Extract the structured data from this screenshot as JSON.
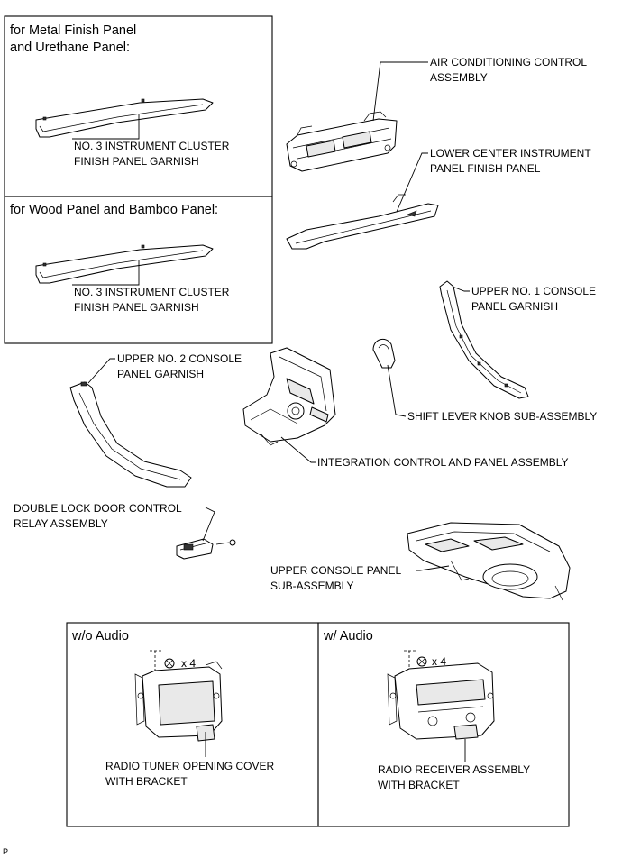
{
  "boxes": {
    "metal_finish": {
      "header_line1": "for Metal Finish Panel",
      "header_line2": "and Urethane Panel:"
    },
    "wood_bamboo": {
      "header": "for Wood Panel and Bamboo Panel:"
    },
    "wo_audio": {
      "header": "w/o Audio"
    },
    "w_audio": {
      "header": "w/ Audio"
    }
  },
  "labels": {
    "no3_garnish_a": {
      "line1": "NO. 3 INSTRUMENT CLUSTER",
      "line2": "FINISH PANEL GARNISH"
    },
    "no3_garnish_b": {
      "line1": "NO. 3 INSTRUMENT CLUSTER",
      "line2": "FINISH PANEL GARNISH"
    },
    "air_conditioning": {
      "line1": "AIR CONDITIONING CONTROL",
      "line2": "ASSEMBLY"
    },
    "lower_center": {
      "line1": "LOWER CENTER INSTRUMENT",
      "line2": "PANEL FINISH PANEL"
    },
    "upper_no1_console": {
      "line1": "UPPER NO. 1 CONSOLE",
      "line2": "PANEL GARNISH"
    },
    "upper_no2_console": {
      "line1": "UPPER NO. 2 CONSOLE",
      "line2": "PANEL GARNISH"
    },
    "shift_lever": {
      "line1": "SHIFT LEVER KNOB SUB-ASSEMBLY"
    },
    "integration_control": {
      "line1": "INTEGRATION CONTROL AND PANEL ASSEMBLY"
    },
    "double_lock": {
      "line1": "DOUBLE LOCK DOOR CONTROL",
      "line2": "RELAY ASSEMBLY"
    },
    "upper_console_panel": {
      "line1": "UPPER CONSOLE PANEL",
      "line2": "SUB-ASSEMBLY"
    },
    "radio_tuner_cover": {
      "line1": "RADIO TUNER OPENING COVER",
      "line2": "WITH BRACKET"
    },
    "radio_receiver": {
      "line1": "RADIO RECEIVER ASSEMBLY",
      "line2": "WITH BRACKET"
    }
  },
  "fastener_counts": {
    "wo_audio": "x 4",
    "w_audio": "x 4"
  },
  "footer_code": "P"
}
